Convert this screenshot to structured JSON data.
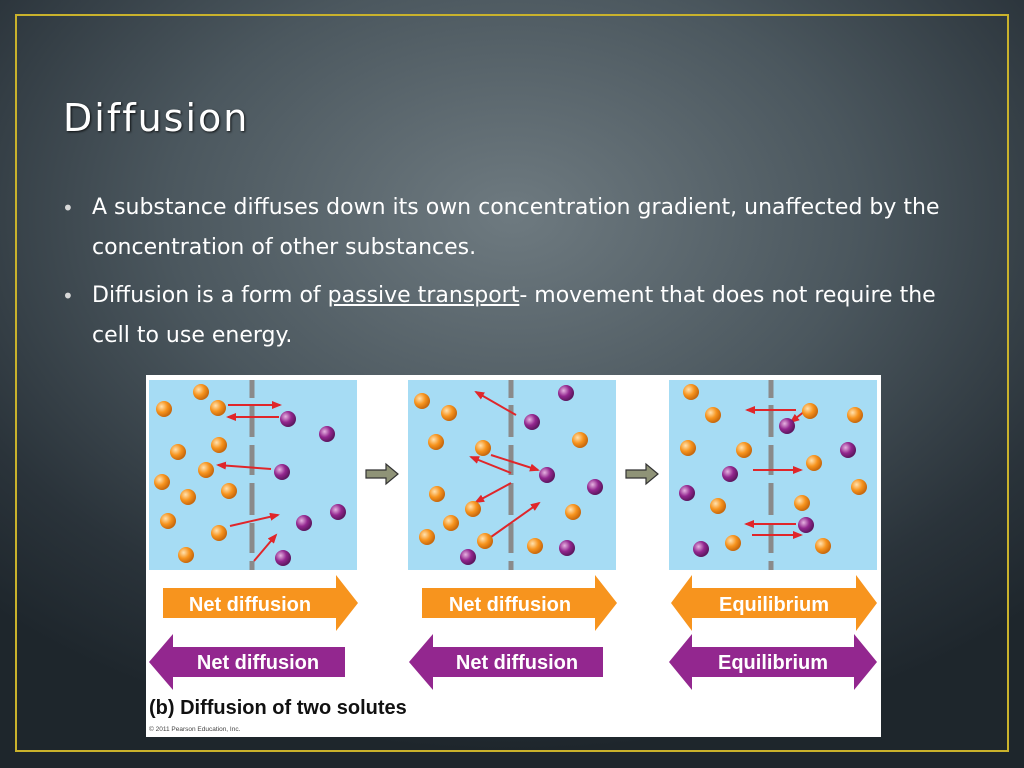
{
  "slide": {
    "title": "Diffusion",
    "bullets": [
      {
        "text_before": "A substance diffuses down its own concentration gradient, unaffected by the concentration of other substances.",
        "link": "",
        "text_after": ""
      },
      {
        "text_before": "Diffusion is a form of ",
        "link": "passive transport",
        "text_after": "- movement that does not require the cell to use energy."
      }
    ]
  },
  "figure": {
    "caption": "(b) Diffusion of two solutes",
    "copyright": "© 2011 Pearson Education, Inc.",
    "panels": [
      {
        "orange_label": "Net diffusion",
        "purple_label": "Net diffusion"
      },
      {
        "orange_label": "Net diffusion",
        "purple_label": "Net diffusion"
      },
      {
        "orange_label": "Equilibrium",
        "purple_label": "Equilibrium"
      }
    ]
  },
  "colors": {
    "frame": "#c9b22c",
    "solution": "#a6dcf4",
    "orange_solute": "#f7941e",
    "purple_solute": "#93278f",
    "movement_arrow": "#e0262a"
  },
  "icons": {
    "bullet": "bullet-dot-icon",
    "step_arrow": "right-arrow-icon"
  }
}
